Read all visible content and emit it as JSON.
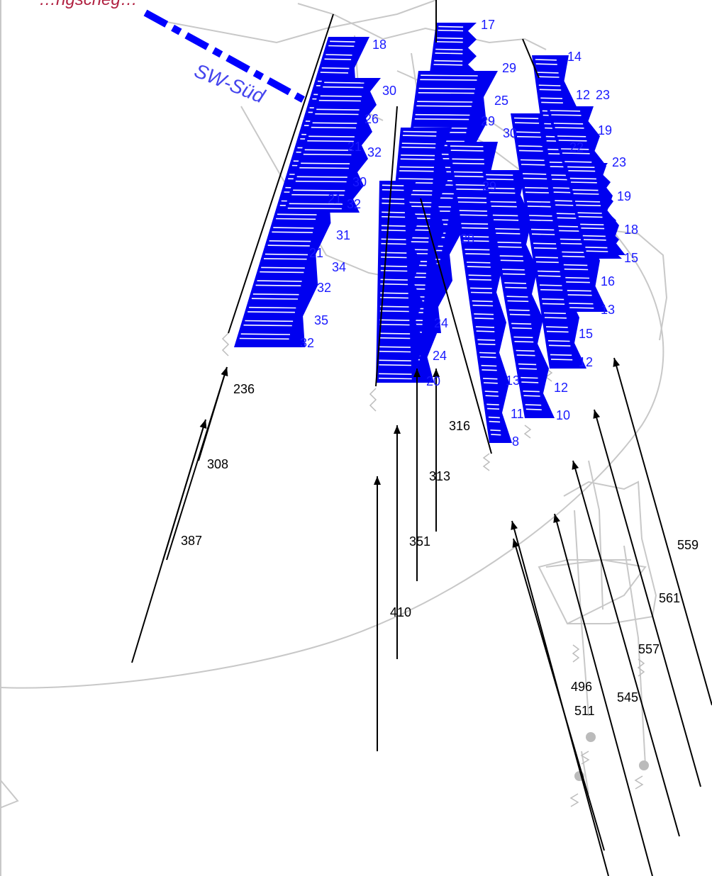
{
  "caption": "…ngscheg…",
  "route": {
    "label": "SW-Süd",
    "color": "#0000ff"
  },
  "colors": {
    "slab": "#0000f0",
    "labels": "#1a1aff",
    "vectors": "#000000",
    "frame": "#c8c8c8"
  },
  "storey_labels": [
    "18",
    "30",
    "26",
    "32",
    "21",
    "30",
    "21",
    "32",
    "31",
    "21",
    "34",
    "32",
    "35",
    "32",
    "17",
    "29",
    "25",
    "29",
    "30",
    "29",
    "28",
    "24",
    "24",
    "20",
    "13",
    "11",
    "8",
    "12",
    "10",
    "14",
    "23",
    "19",
    "23",
    "19",
    "18",
    "15",
    "16",
    "13",
    "15",
    "12",
    "12",
    "22"
  ],
  "vector_values": [
    "236",
    "308",
    "387",
    "316",
    "313",
    "351",
    "410",
    "559",
    "561",
    "557",
    "545",
    "496",
    "511"
  ]
}
